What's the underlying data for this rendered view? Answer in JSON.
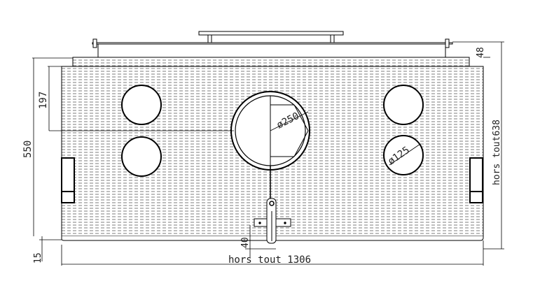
{
  "drawing": {
    "dimensions": {
      "top_height": "48",
      "height": "550",
      "hole_offset": "197",
      "overall_height": "hors tout638",
      "big_diameter": "ø250",
      "small_diameter": "ø125",
      "bottom_gap": "15",
      "drain_height": "40",
      "overall_width": "hors tout 1306"
    },
    "colors": {
      "line": "#000000",
      "hatch": "#333333",
      "background": "#ffffff"
    }
  }
}
